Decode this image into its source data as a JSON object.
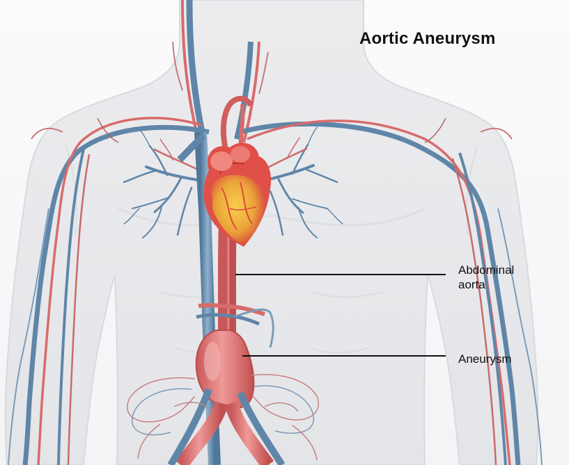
{
  "diagram": {
    "title": "Aortic Aneurysm",
    "labels": {
      "abdominal_aorta": [
        "Abdominal",
        "aorta"
      ],
      "aneurysm": "Aneurysm"
    }
  },
  "colors": {
    "artery": "#d86b6b",
    "artery_dark": "#b94a4a",
    "vein": "#5f86a8",
    "vein_dark": "#456b8c",
    "heart_red": "#e0463e",
    "heart_yellow": "#f2c431",
    "body": "#e8e9ec",
    "leader_line": "#111111"
  }
}
